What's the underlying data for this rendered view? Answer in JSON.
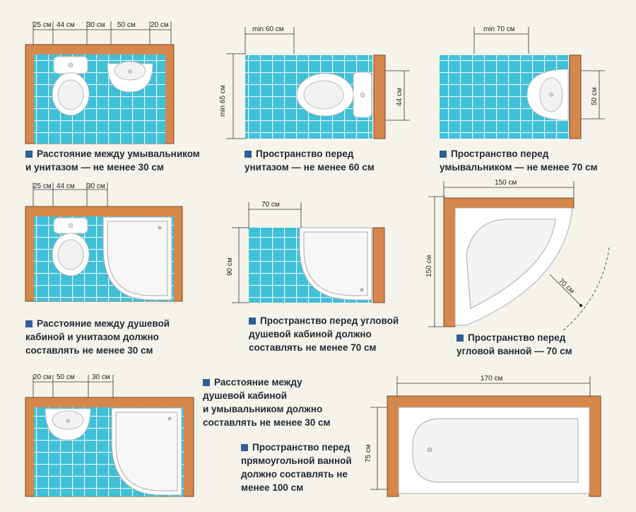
{
  "colors": {
    "tile": "#3fc0d8",
    "grout": "#e9f6f9",
    "wall": "#d6874c",
    "wall_edge": "#7a4525",
    "fixture": "#ffffff",
    "dim_line": "#333333",
    "bullet": "#2f5e98",
    "text": "#1e2a33"
  },
  "panels": [
    {
      "id": "p1",
      "dims": [
        "25 см",
        "44 см",
        "30 см",
        "50 см",
        "20 см"
      ],
      "caption": [
        "Расстояние между умывальником",
        "и унитазом — не менее 30 см"
      ]
    },
    {
      "id": "p2",
      "dims": [
        "min 60 см",
        "min 65 см",
        "44 см"
      ],
      "caption": [
        "Пространство перед",
        "унитазом — не менее 60 см"
      ]
    },
    {
      "id": "p3",
      "dims": [
        "min 70 см",
        "50 см"
      ],
      "caption": [
        "Пространство перед",
        "умывальником — не менее 70 см"
      ]
    },
    {
      "id": "p4",
      "dims": [
        "25 см",
        "44 см",
        "30 см"
      ],
      "caption": [
        "Расстояние между душевой",
        "кабиной и унитазом должно",
        "составлять не менее 30 см"
      ]
    },
    {
      "id": "p5",
      "dims": [
        "70 см",
        "90 см"
      ],
      "caption": [
        "Пространство перед угловой",
        "душевой кабиной должно",
        "составлять не менее 70 см"
      ]
    },
    {
      "id": "p6",
      "dims": [
        "150 см",
        "150 см",
        "70 см"
      ],
      "caption": [
        "Пространство перед",
        "угловой ванной — 70 см"
      ]
    },
    {
      "id": "p7",
      "dims": [
        "20 см",
        "50 см",
        "30 см"
      ],
      "caption": [
        "Расстояние между",
        "душевой кабиной",
        "и умывальником должно",
        "составлять не менее 30 см"
      ]
    },
    {
      "id": "p8",
      "dims": [
        "170 см",
        "75 см"
      ],
      "caption": [
        "Пространство перед",
        "прямоугольной ванной",
        "должно составлять не",
        "менее 100 см"
      ]
    }
  ]
}
